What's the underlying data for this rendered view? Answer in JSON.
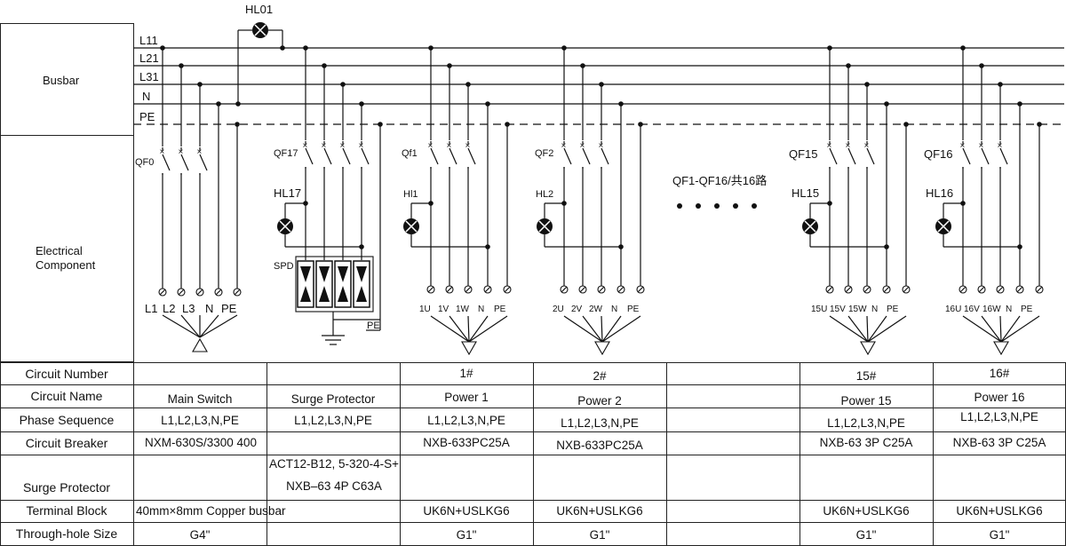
{
  "section_labels": {
    "busbar": "Busbar",
    "component_line1": "Electrical",
    "component_line2": "Component"
  },
  "bus_labels": [
    "L11",
    "L21",
    "L31",
    "N",
    "PE"
  ],
  "top_lamp": "HL01",
  "circuits": [
    {
      "breaker": "QF0"
    },
    {
      "breaker": "QF17",
      "lamp": "HL17",
      "spd": "SPD",
      "pe": "PE"
    },
    {
      "breaker": "Qf1",
      "lamp": "Hl1",
      "terminals": [
        "1U",
        "1V",
        "1W",
        "N",
        "PE"
      ]
    },
    {
      "breaker": "QF2",
      "lamp": "HL2",
      "terminals": [
        "2U",
        "2V",
        "2W",
        "N",
        "PE"
      ]
    },
    {
      "breaker": "QF15",
      "lamp": "HL15",
      "terminals": [
        "15U",
        "15V",
        "15W",
        "N",
        "PE"
      ]
    },
    {
      "breaker": "QF16",
      "lamp": "HL16",
      "terminals": [
        "16U",
        "16V",
        "16W",
        "N",
        "PE"
      ]
    }
  ],
  "main_terminals": [
    "L1",
    "L2",
    "L3",
    "N",
    "PE"
  ],
  "middle_note": "QF1-QF16/共16路",
  "table": {
    "row_headers": [
      "Circuit Number",
      "Circuit Name",
      "Phase Sequence",
      "Circuit Breaker",
      "Surge Protector",
      "Terminal Block",
      "Through-hole Size"
    ],
    "circuit_number": [
      "",
      "",
      "1#",
      "2#",
      "",
      "15#",
      "16#"
    ],
    "circuit_name": [
      "Main Switch",
      "Surge Protector",
      "Power 1",
      "Power 2",
      "",
      "Power 15",
      "Power 16"
    ],
    "phase_sequence": [
      "L1,L2,L3,N,PE",
      "L1,L2,L3,N,PE",
      "L1,L2,L3,N,PE",
      "L1,L2,L3,N,PE",
      "",
      "L1,L2,L3,N,PE",
      "L1,L2,L3,N,PE"
    ],
    "circuit_breaker": [
      "NXM-630S/3300 400",
      "",
      "NXB-633PC25A",
      "NXB-633PC25A",
      "",
      "NXB-63  3P  C25A",
      "NXB-63  3P  C25A"
    ],
    "surge_protector_line1": "ACT12-B12, 5-320-4-S+",
    "surge_protector_line2": "NXB–63  4P  C63A",
    "terminal_block": [
      "40mm×8mm Copper busbar",
      "",
      "UK6N+USLKG6",
      "UK6N+USLKG6",
      "",
      "UK6N+USLKG6",
      "UK6N+USLKG6"
    ],
    "through_hole": [
      "G4\"",
      "",
      "G1\"",
      "G1\"",
      "",
      "G1\"",
      "G1\""
    ]
  }
}
